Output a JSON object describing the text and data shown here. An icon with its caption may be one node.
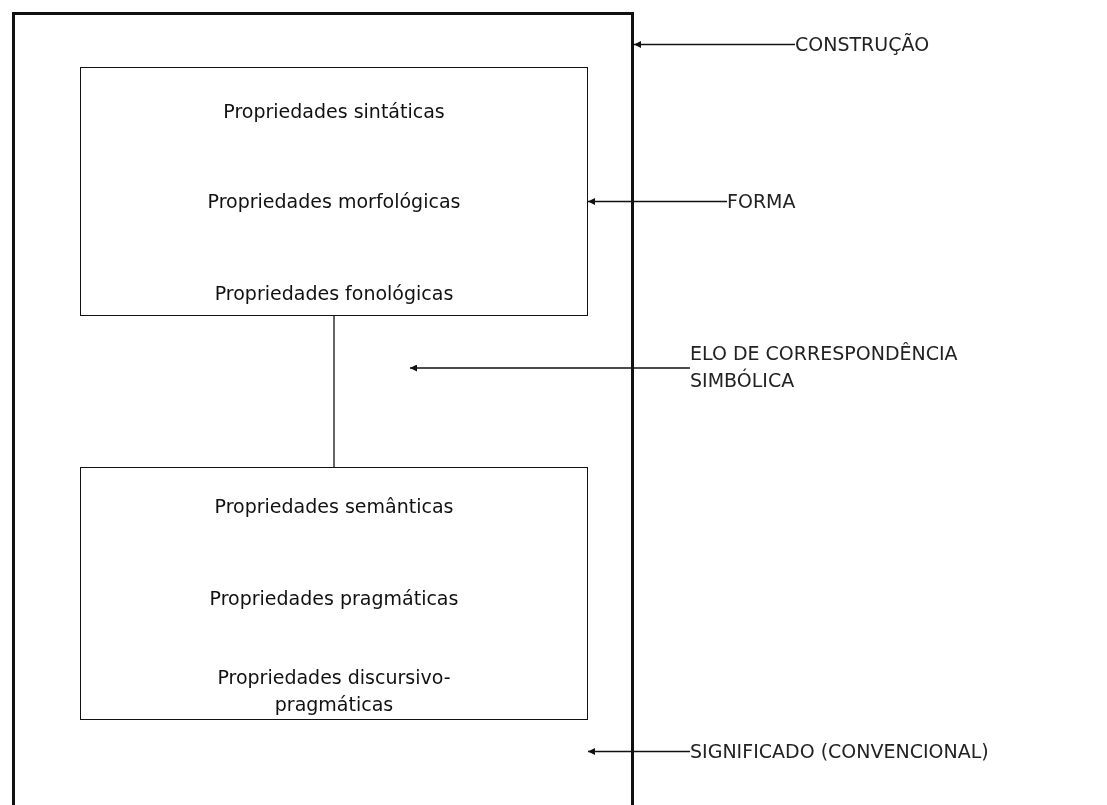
{
  "diagram": {
    "nodes": [
      {
        "text": [],
        "shape": "box"
      },
      {
        "text": [
          "Propriedades sintáticas",
          "Propriedades morfológicas",
          "Propriedades fonológicas"
        ],
        "in": 0
      },
      {
        "text": [
          "Propriedades semânticas",
          "Propriedades pragmáticas",
          "Propriedades discursivo-pragmáticas"
        ],
        "in": 0
      },
      {
        "text": [
          "CONSTRUÇÃO"
        ]
      },
      {
        "text": [
          "FORMA"
        ]
      },
      {
        "text": [
          "ELO DE CORRESPONDÊNCIA SIMBÓLICA"
        ]
      },
      {
        "text": [
          "SIGNIFICADO (CONVENCIONAL)"
        ]
      }
    ],
    "edges": [
      {
        "from": 1,
        "to": 2,
        "arrow": "none"
      },
      {
        "from": 3,
        "to": 0,
        "arrow": "to"
      },
      {
        "from": 4,
        "to": 1,
        "arrow": "to"
      },
      {
        "from": 5,
        "to": null,
        "arrow": "to"
      },
      {
        "from": 6,
        "to": 2,
        "arrow": "to"
      }
    ]
  }
}
